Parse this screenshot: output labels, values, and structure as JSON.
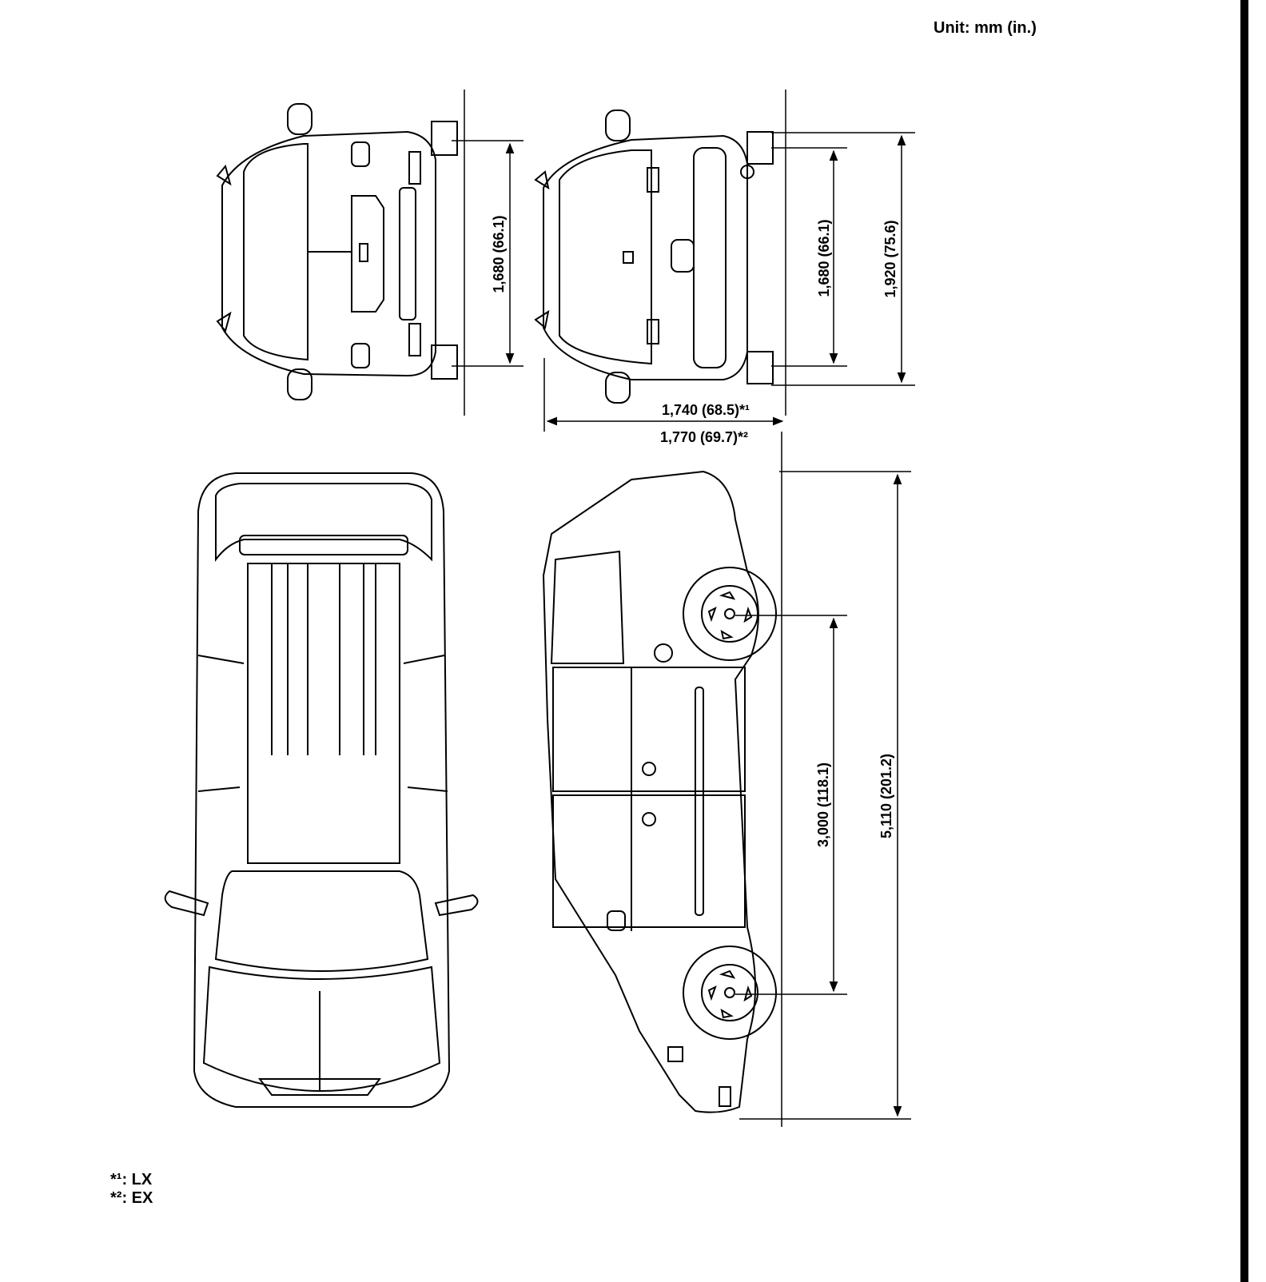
{
  "unit_label": "Unit: mm (in.)",
  "dimensions": {
    "front_height": "1,680 (66.1)",
    "rear_height": "1,680 (66.1)",
    "overall_height": "1,920 (75.6)",
    "width_lx": "1,740 (68.5)*¹",
    "width_ex": "1,770 (69.7)*²",
    "wheelbase": "3,000 (118.1)",
    "overall_length": "5,110 (201.2)"
  },
  "footnotes": [
    "*¹: LX",
    "*²: EX"
  ],
  "views": {
    "front": "front-view",
    "rear": "rear-view",
    "top": "top-view",
    "side": "side-view"
  }
}
